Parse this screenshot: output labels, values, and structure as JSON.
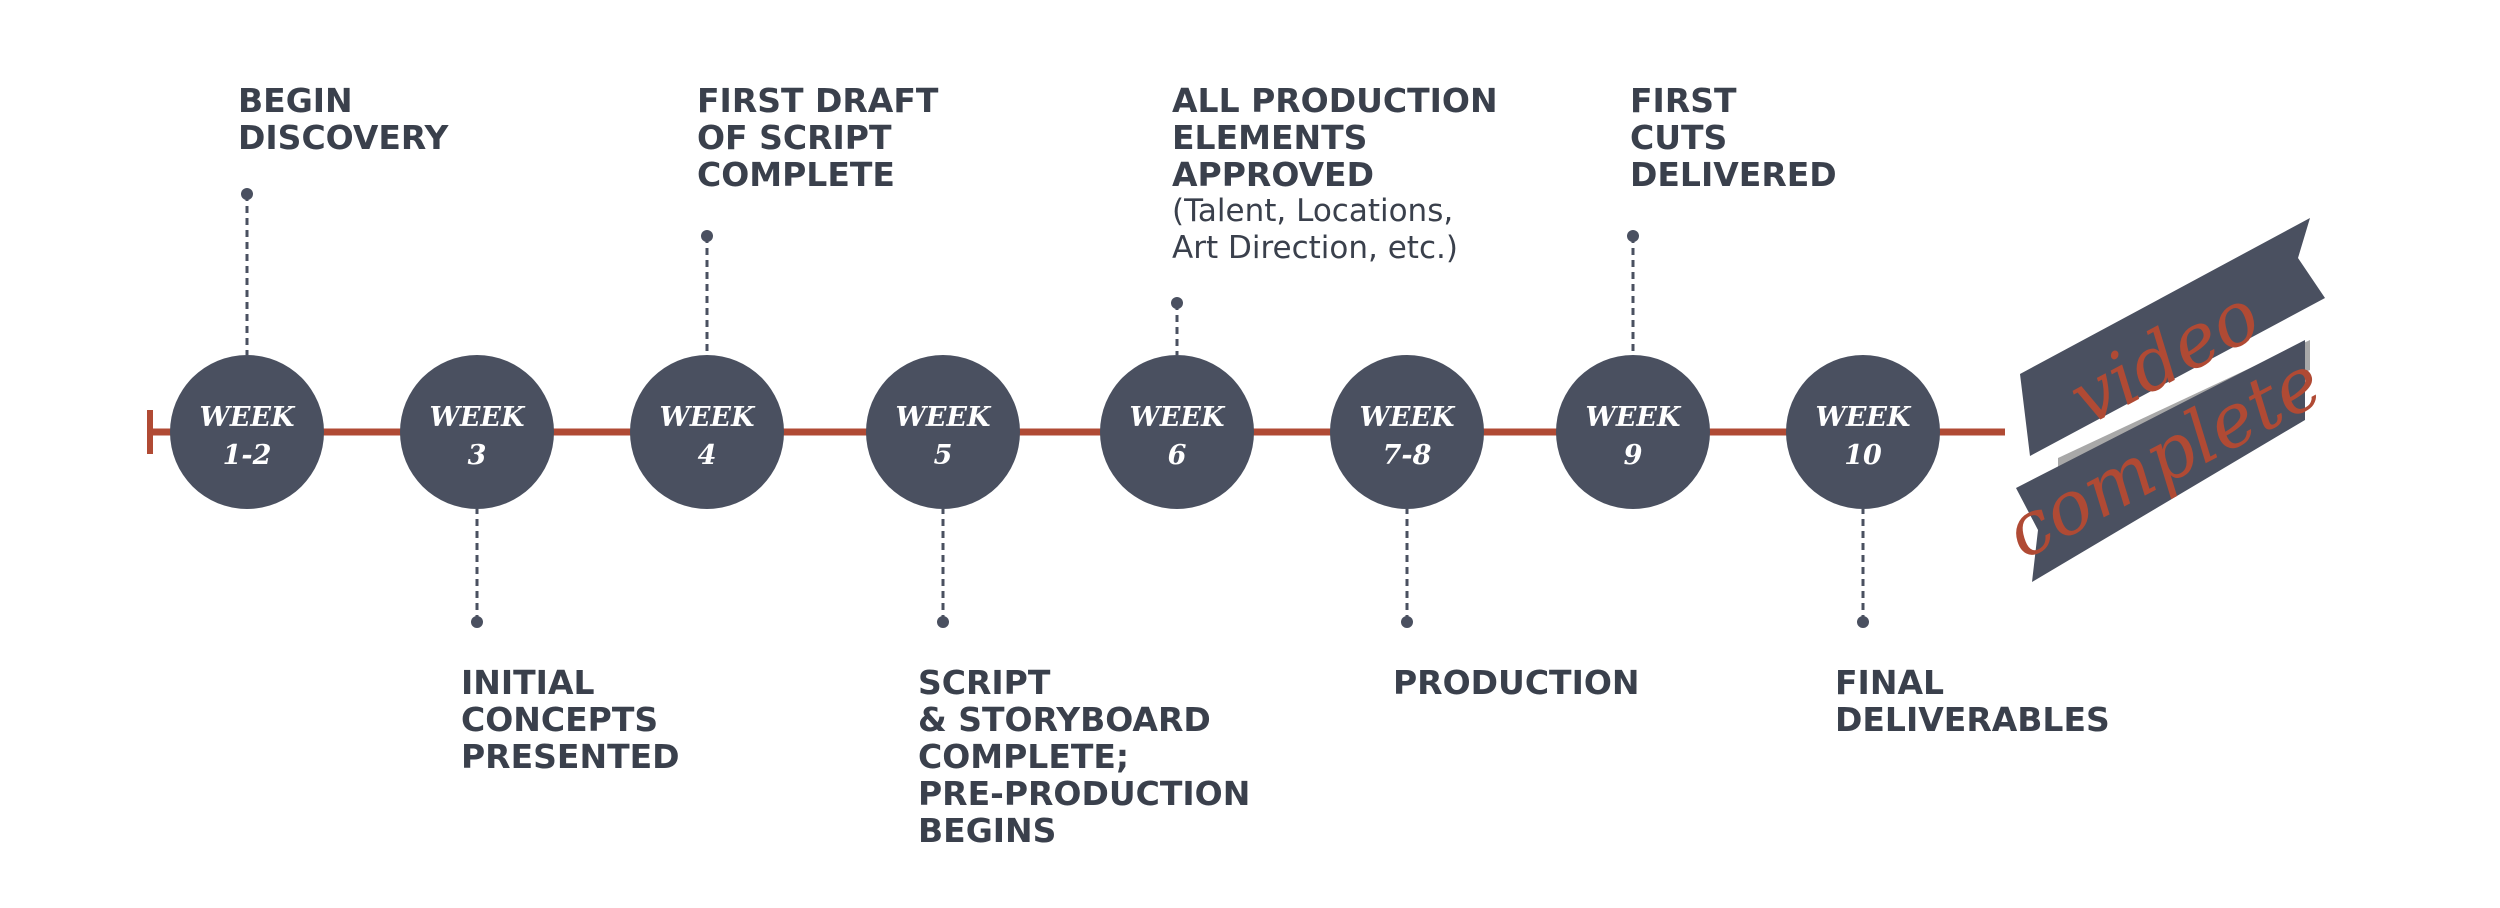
{
  "colors": {
    "timeline": "#b04a34",
    "circle": "#4a5060",
    "text": "#3a404c",
    "connector": "#4a5060",
    "banner": "#4a5060",
    "banner_fold": "#a8a8a8",
    "banner_text": "#b04a34"
  },
  "milestones": [
    {
      "week": "WEEK",
      "range": "1-2",
      "position": "top",
      "lines": [
        "BEGIN",
        "DISCOVERY"
      ],
      "note": []
    },
    {
      "week": "WEEK",
      "range": "3",
      "position": "bottom",
      "lines": [
        "INITIAL",
        "CONCEPTS",
        "PRESENTED"
      ],
      "note": []
    },
    {
      "week": "WEEK",
      "range": "4",
      "position": "top",
      "lines": [
        "FIRST DRAFT",
        "OF SCRIPT",
        "COMPLETE"
      ],
      "note": []
    },
    {
      "week": "WEEK",
      "range": "5",
      "position": "bottom",
      "lines": [
        "SCRIPT",
        "& STORYBOARD",
        "COMPLETE;",
        "PRE-PRODUCTION",
        "BEGINS"
      ],
      "note": []
    },
    {
      "week": "WEEK",
      "range": "6",
      "position": "top",
      "lines": [
        "ALL PRODUCTION",
        "ELEMENTS",
        "APPROVED"
      ],
      "note": [
        "(Talent, Locations,",
        "Art Direction, etc.)"
      ]
    },
    {
      "week": "WEEK",
      "range": "7-8",
      "position": "bottom",
      "lines": [
        "PRODUCTION"
      ],
      "note": []
    },
    {
      "week": "WEEK",
      "range": "9",
      "position": "top",
      "lines": [
        "FIRST",
        "CUTS",
        "DELIVERED"
      ],
      "note": []
    },
    {
      "week": "WEEK",
      "range": "10",
      "position": "bottom",
      "lines": [
        "FINAL",
        "DELIVERABLES"
      ],
      "note": []
    }
  ],
  "banner": {
    "line1": "video",
    "line2": "complete"
  }
}
